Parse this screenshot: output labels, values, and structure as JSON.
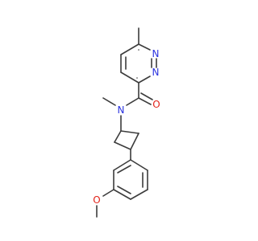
{
  "colors": {
    "bond": "#3c3c3c",
    "carbon": "#3c3c3c",
    "nitrogen": "#2b33e0",
    "oxygen": "#e2231a",
    "background": "#ffffff"
  },
  "atoms": {
    "n1": "N",
    "n2": "N",
    "n_amide": "N",
    "o_carbonyl": "O",
    "o_ether": "O"
  }
}
